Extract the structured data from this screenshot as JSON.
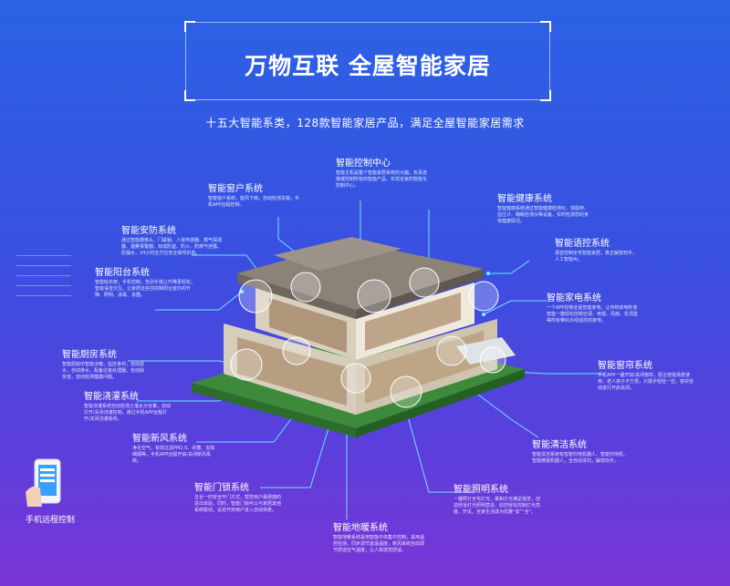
{
  "title": "万物互联 全屋智能家居",
  "subtitle": "十五大智能系类，128款智能家居产品，满足全屋智能家居需求",
  "systems": [
    {
      "title": "智能控制中心",
      "desc": "智能主机是整个智能家居系统的大脑，负责连接或控制所有的智能产品，实现全家的智能化控制中心。"
    },
    {
      "title": "智能窗户系统",
      "desc": "智能窗户系统，能风下雨，自动检测关窗，手机APP远程控制。"
    },
    {
      "title": "智能健康系统",
      "desc": "智能健康系统通过智能健康检测仪、体脂秤、血压计、睡眠检测仪等设备，实时检测您的身体健康情况。"
    },
    {
      "title": "智能安防系统",
      "desc": "通过智能摄像头、门磁锁、人体传感器、燃气探测器、烟雾报警器，双成防盗、防火、防燃气泄露、防漏水，24小时全方位安全保驾护航。"
    },
    {
      "title": "智能语控系统",
      "desc": "语音控制全宅智能家居，真正解放双手，人工智能AI。"
    },
    {
      "title": "智能阳台系统",
      "desc": "智能晾衣架，手机控制，告别手摇让升降更轻松，智能语音交互，让家居这些前控制阳台室外的升降、照明、消毒、杀菌。"
    },
    {
      "title": "智能家电系统",
      "desc": "一个APP控制全屋智能家电，让传统家电秒变智能一键轻松控制空调、电视、风扇、机顶盒等所有带红外线遥控的家电。"
    },
    {
      "title": "智能厨房系统",
      "desc": "智能厨房中智能冰箱，监控食材，自动进水，自动排水，配备垃圾处理器，自动除杂音，自动检测健康问题。"
    },
    {
      "title": "智能窗帘系统",
      "desc": "手机APP一键开启/关闭窗帘，配合智能场景使用，老人孩子不方便，只需手轻轻一拉，窗帘自动进行开启关闭。"
    },
    {
      "title": "智能浇灌系统",
      "desc": "智能浇灌系统自动检测土壤水分含量，自动打开/关闭浇灌控制，通过手机APP远程打开/关闭浇灌系统。"
    },
    {
      "title": "智能清洁系统",
      "desc": "智能清洁系统有智能扫地机器人、智能扫地机、智能擦窗机器人，全自动清扫，解放双手。"
    },
    {
      "title": "智能新风系统",
      "desc": "净化空气，有效过滤PM2.5、杀菌、去除细烟等，手机APP远程开启/关闭新风系统。"
    },
    {
      "title": "智能照明系统",
      "desc": "一键照灯全宅灯光，柔和灯光满足视觉，创造舒适灯光照明营造，助您轻松控制灯光亮度、开关，全家生活成为优雅“安”“全”。"
    },
    {
      "title": "智能门锁系统",
      "desc": "五合一的安全开门方式，帮您用户最便捷的进出体验，同时，智能门锁可以与家居其他系统联动，设定开启用户进入自动场景。"
    },
    {
      "title": "智能地暖系统",
      "desc": "智能地暖系统采用智能中央集中控制，采用温控检测，同步调节室温温度，新风系统自动调节舒适空气温度，让人体感觉舒适。"
    }
  ],
  "phone_label": "手机远程控制",
  "colors": {
    "accent": "#6ff6ff",
    "bg_top": "#2b62e4",
    "bg_bottom": "#7a35d6"
  }
}
